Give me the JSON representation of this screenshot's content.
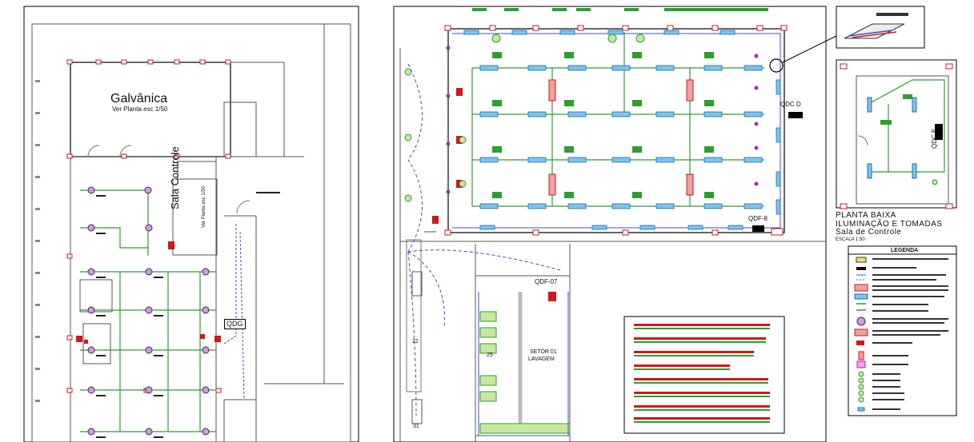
{
  "title_block": {
    "galvanica_title": "Galvânica",
    "galvanica_sub": "Ver Planta esc 1/50",
    "sala_title": "Sala Controle",
    "sala_sub": "Ver Planta esc 1/50"
  },
  "panels": {
    "qdg": "QDG",
    "qdc_d": "QDC D",
    "qdc_e": "QDC E",
    "qdf_8": "QDF-8",
    "qdf_07": "QDF-07",
    "setor_line1": "SETOR 01",
    "setor_line2": "LAVAGEM",
    "room_22": "22",
    "room_25": "25",
    "room_31": "31"
  },
  "detail_plan": {
    "line1": "PLANTA BAIXA",
    "line2": "ILUMINAÇÃO E TOMADAS",
    "line3": "Sala de Controle",
    "scale": "ESCALA 1:50"
  },
  "legend": {
    "title": "LEGENDA"
  },
  "colors": {
    "circuit": "#2e9e2e",
    "outlet": "#2a8fd6",
    "fixture_red": "#d01818",
    "lamp": "#9a2fb0",
    "conduit": "#3a4fd8",
    "wall": "#555555"
  }
}
